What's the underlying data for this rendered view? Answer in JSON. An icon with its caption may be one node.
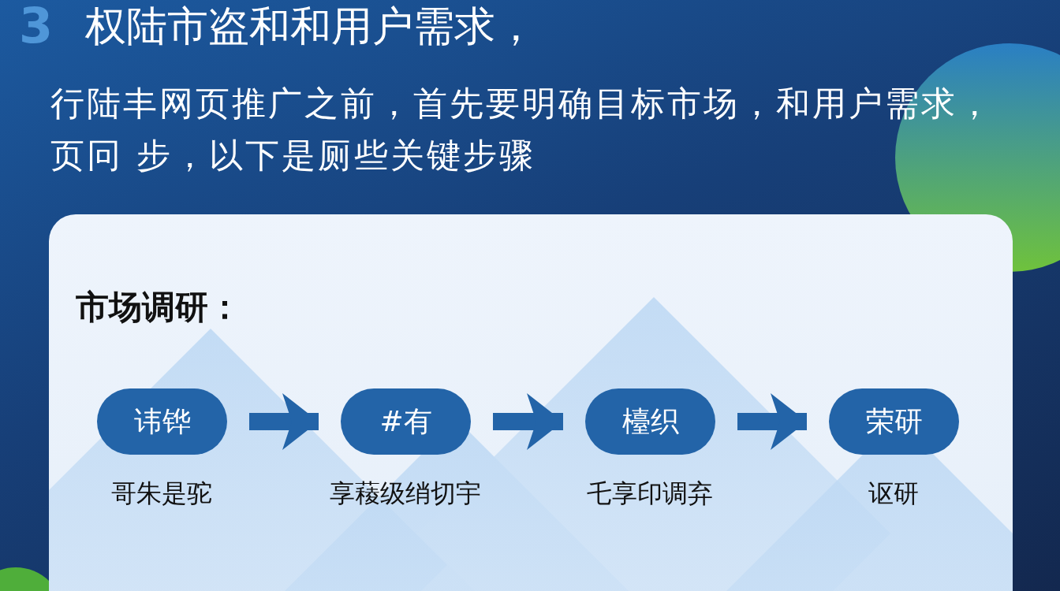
{
  "diagram": {
    "title": "权陆市盗和和用户需求，",
    "nodes": [
      {
        "text": [
          "讳铧"
        ],
        "beside": [
          "哥朱是驼"
        ]
      },
      {
        "text": [
          "#有"
        ],
        "beside": [
          "享薐级绡切宇"
        ]
      },
      {
        "text": [
          "檯织"
        ],
        "beside": [
          "乇享印调弃"
        ]
      },
      {
        "text": [
          "荣研"
        ],
        "beside": [
          "讴研"
        ]
      }
    ],
    "edges": [
      {
        "from": 0,
        "to": 1,
        "arrow": "to"
      },
      {
        "from": 1,
        "to": 2,
        "arrow": "to"
      },
      {
        "from": 2,
        "to": 3,
        "arrow": "to"
      }
    ],
    "labels": [
      "3",
      "行陆丰网页推广之前，首先要明确目标市场，和用户需求，页冋 步，以下是厕些关键步骤",
      "市场调研："
    ]
  }
}
